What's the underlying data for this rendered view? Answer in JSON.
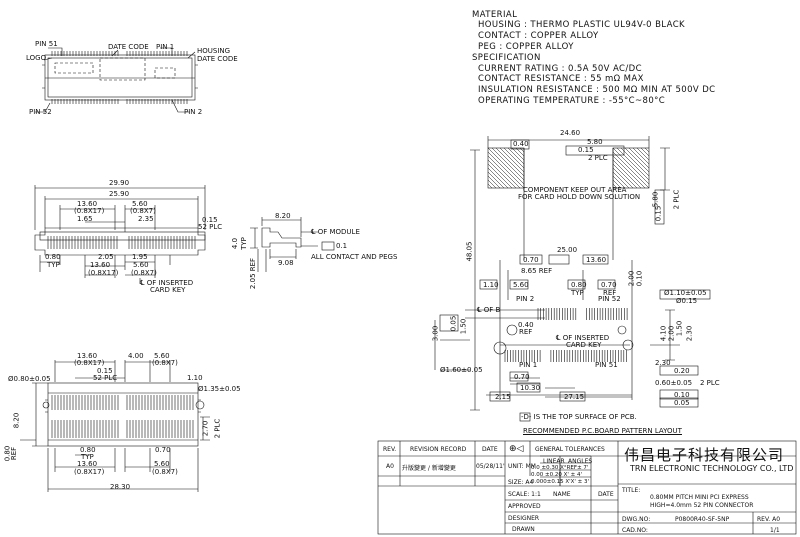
{
  "material": {
    "heading": "MATERIAL",
    "housing": "HOUSING : THERMO PLASTIC UL94V-0 BLACK",
    "contact": "CONTACT : COPPER ALLOY",
    "peg": "PEG : COPPER ALLOY"
  },
  "specification": {
    "heading": "SPECIFICATION",
    "current": "CURRENT RATING : 0.5A 50V AC/DC",
    "resistance": "CONTACT RESISTANCE : 55 mΩ MAX",
    "insulation": "INSULATION RESISTANCE : 500 MΩ MIN AT 500V DC",
    "temperature": "OPERATING TEMPERATURE : -55°C~80°C"
  },
  "top_view": {
    "pin51": "PIN 51",
    "date_code": "DATE CODE",
    "pin1": "PIN 1",
    "logo": "LOGO",
    "housing_date": "HOUSING",
    "housing_date2": "DATE CODE",
    "pin52": "PIN 52",
    "pin2": "PIN 2"
  },
  "front_view": {
    "d1": "29.90",
    "d2": "25.90",
    "d3": "13.60",
    "d3b": "(0.8X17)",
    "d4": "5.60",
    "d4b": "(0.8X7)",
    "d5": "1.65",
    "d6": "2.35",
    "d7": "0.15",
    "d7b": "52 PLC",
    "d8": "0.80",
    "d8b": "TYP",
    "d9": "2.05",
    "d10": "1.95",
    "d11": "13.60",
    "d11b": "(0.8X17)",
    "d12": "5.60",
    "d12b": "(0.8X7)",
    "note": "℄ OF INSERTED",
    "note2": "CARD KEY"
  },
  "side_view": {
    "d1": "8.20",
    "d2": "4.0",
    "d2b": "TYP",
    "d3": "9.08",
    "d4": "2.05 REF",
    "note1": "℄ OF MODULE",
    "flat": "0.1",
    "note2": "ALL CONTACT AND PEGS"
  },
  "bottom_view": {
    "d1": "13.60",
    "d1b": "(0.8X17)",
    "d2": "4.00",
    "d3": "5.60",
    "d3b": "(0.8X7)",
    "d4": "0.15",
    "d4b": "52 PLC",
    "d5": "1.10",
    "d6": "Ø0.80±0.05",
    "d7": "Ø1.35±0.05",
    "d8": "8.20",
    "d9": "2.70",
    "d9b": "2 PLC",
    "d10": "0.80",
    "d10b": "TYP",
    "d11": "0.70",
    "d12": "13.60",
    "d12b": "(0.8X17)",
    "d13": "5.60",
    "d13b": "(0.8X7)",
    "d14": "28.30",
    "d15": "0.80",
    "d15b": "REF"
  },
  "pcb_layout": {
    "d1": "24.60",
    "d2": "5.80",
    "d2b": "2 PLC",
    "d3": "0.40",
    "tol1": "0.15",
    "d4": "5.80",
    "tol2": "0.15",
    "d4b": "2 PLC",
    "note": "COMPONENT KEEP OUT AREA",
    "note2": "FOR CARD HOLD DOWN SOLUTION",
    "d5": "48.05",
    "d6": "25.00",
    "d7": "0.70",
    "d8": "13.60",
    "d9": "1.10",
    "d10": "8.65 REF",
    "d11": "5.60",
    "d12": "0.80",
    "d12b": "TYP",
    "d13": "0.70",
    "d13b": "REF",
    "d14": "2.00",
    "d15": "0.10",
    "d16": "Ø1.10±0.05",
    "tol3": "Ø0.15",
    "pin2": "PIN 2",
    "pin52": "PIN 52",
    "d17": "0.40",
    "d17b": "REF",
    "cofb": "℄ OF B",
    "tol4": "0.05",
    "d18": "3.00",
    "d19": "1.50",
    "key": "℄ OF INSERTED",
    "key2": "CARD KEY",
    "d20": "Ø1.60±0.05",
    "d21": "0.70",
    "pin1": "PIN 1",
    "pin51": "PIN 51",
    "d22": "10.30",
    "d23": "2.15",
    "d24": "27.15",
    "d25": "2.30",
    "tol5": "0.20",
    "d26": "0.60±0.05",
    "d26b": "2 PLC",
    "tol6": "0.10",
    "tol7": "0.05",
    "d27": "4.10",
    "d28": "2.00",
    "d29": "1.50",
    "d30": "2.30",
    "surface": "-D- IS THE TOP SURFACE OF PCB.",
    "title": "RECOMMENDED P.C.BOARD PATTERN LAYOUT"
  },
  "title_block": {
    "rev": "REV.",
    "revision_record": "REVISION RECORD",
    "date": "DATE",
    "rev_a0": "A0",
    "record_a0": "升版變更 / 新增變更",
    "date_a0": "05/28/11'",
    "general_tol": "GENERAL TOLERANCES",
    "unit": "UNIT: MM",
    "linear": "LINEAR",
    "angles": "ANGLES",
    "tol_r1": "0.0  ±0.30  X°REF± 7'",
    "tol_r2": "0.00  ±0.20  X'  ± 4'",
    "tol_r3": "0.000±0.15  X'X'  ± 3'",
    "size": "SIZE: A4",
    "scale": "SCALE: 1:1",
    "name": "NAME",
    "date2": "DATE",
    "approved": "APPROVED",
    "designer": "DESIGNER",
    "drawn": "DRAWN",
    "company_cn": "伟昌电子科技有限公司",
    "company_en": "TRN ELECTRONIC TECHNOLOGY CO., LTD",
    "title_label": "TITLE:",
    "title1": "0.80MM PITCH MINI PCI EXPRESS",
    "title2": "HIGH=4.0mm 52 PIN CONNECTOR",
    "dwg_label": "DWG.NO:",
    "dwg_no": "P0800R40-SF-5NP",
    "rev_label": "REV. A0",
    "cad_label": "CAD.NO:",
    "sheet": "1/1"
  }
}
